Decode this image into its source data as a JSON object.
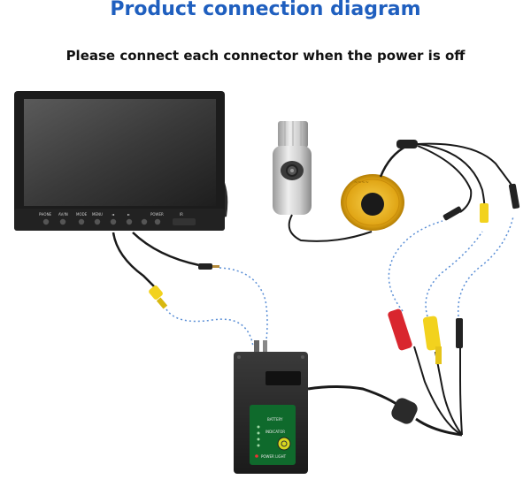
{
  "header": {
    "title": "Product connection diagram",
    "instruction": "Please connect each connector when the power is off"
  },
  "monitor": {
    "buttons": [
      "PHONE",
      "AV/IN",
      "MODE",
      "MENU",
      "◄",
      "►",
      "POWER",
      "IR"
    ]
  },
  "control_box": {
    "labels": [
      "BATTERY",
      "INDICATOR",
      "POWER LIGHT"
    ]
  },
  "colors": {
    "title": "#1f5fbf",
    "cable": "#1a1a1a",
    "dotted_link": "#5b8fd6",
    "rca_yellow": "#f2d21e",
    "plug_red": "#d9262e",
    "reel_gold": "#e0a515"
  },
  "icons": {
    "monitor": "lcd-monitor-icon",
    "camera": "underwater-camera-icon",
    "reel": "cable-reel-icon",
    "box": "battery-control-box-icon"
  }
}
